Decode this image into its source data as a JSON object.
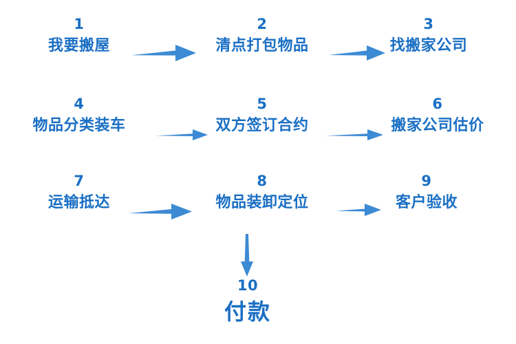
{
  "diagram": {
    "title_text_color": "#1a6fc4",
    "arrow_color": "#3d8ad4",
    "background_color": "#ffffff",
    "rows": [
      {
        "steps": [
          {
            "number": "1",
            "label": "我要搬屋"
          },
          {
            "number": "2",
            "label": "清点打包物品"
          },
          {
            "number": "3",
            "label": "找搬家公司"
          }
        ]
      },
      {
        "steps": [
          {
            "number": "4",
            "label": "物品分类装车"
          },
          {
            "number": "5",
            "label": "双方签订合约"
          },
          {
            "number": "6",
            "label": "搬家公司估价"
          }
        ]
      },
      {
        "steps": [
          {
            "number": "7",
            "label": "运输抵达"
          },
          {
            "number": "8",
            "label": "物品装卸定位"
          },
          {
            "number": "9",
            "label": "客户验收"
          }
        ]
      }
    ],
    "final_step": {
      "number": "10",
      "label": "付款"
    },
    "connectors": [
      {
        "name": "arrow-1-to-2",
        "direction": "right"
      },
      {
        "name": "arrow-2-to-3",
        "direction": "right"
      },
      {
        "name": "arrow-4-to-5",
        "direction": "right"
      },
      {
        "name": "arrow-5-to-6",
        "direction": "right"
      },
      {
        "name": "arrow-7-to-8",
        "direction": "right"
      },
      {
        "name": "arrow-8-to-9",
        "direction": "right"
      },
      {
        "name": "arrow-8-to-10",
        "direction": "down"
      }
    ]
  }
}
